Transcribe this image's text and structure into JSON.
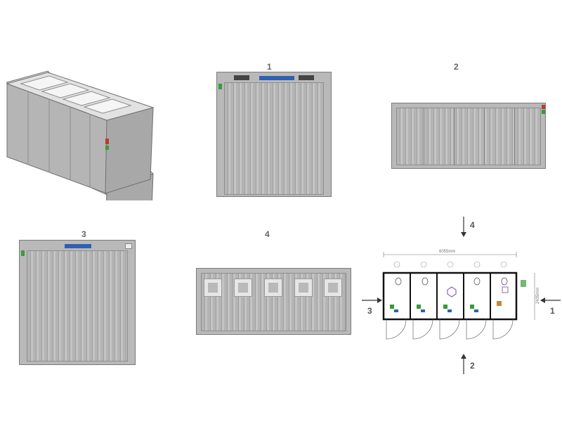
{
  "views": {
    "front": {
      "label": "1"
    },
    "side": {
      "label": "2"
    },
    "back": {
      "label": "3"
    },
    "side_windows": {
      "label": "4"
    }
  },
  "floorplan": {
    "dimension_top": "6055mm",
    "dimension_right": "2435mm",
    "arrows": {
      "top": "4",
      "bottom": "2",
      "left": "3",
      "right": "1"
    }
  },
  "colors": {
    "container_fill": "#b9b9b9",
    "container_edge": "#7a7a7a",
    "window_fill": "#e6e6e6",
    "accent_blue": "#2f5fb0",
    "accent_red": "#c0392b",
    "accent_green": "#3a9a3a"
  }
}
